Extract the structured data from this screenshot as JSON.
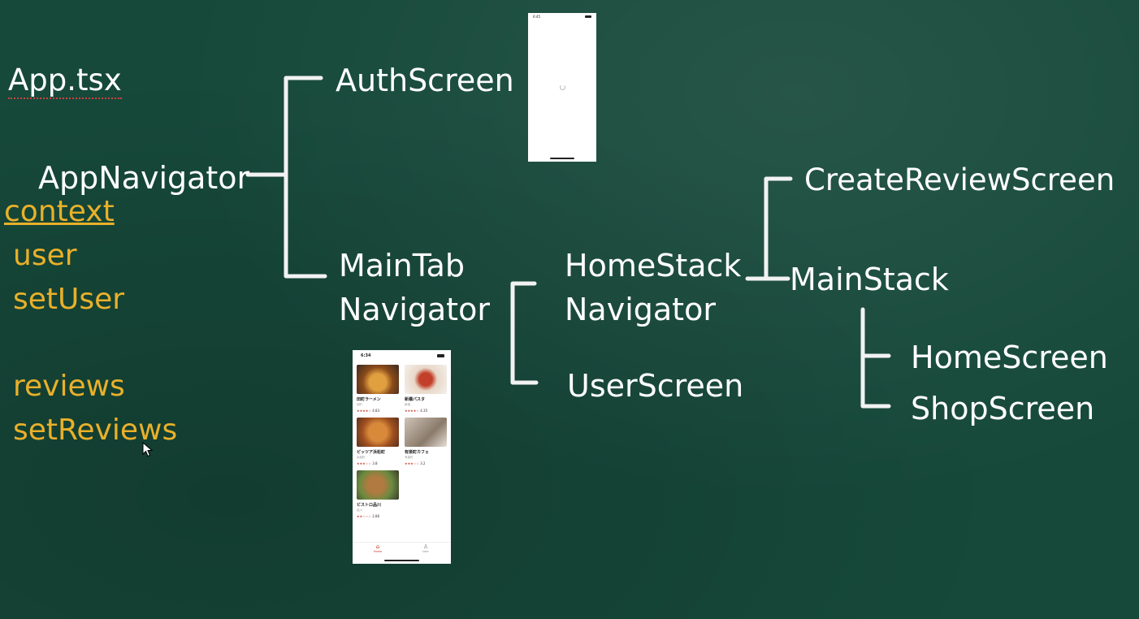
{
  "colors": {
    "board": "#16493a",
    "chalk": "#ffffff",
    "accent": "#e9b02a"
  },
  "root": {
    "file": "App.tsx"
  },
  "app_navigator": {
    "label": "AppNavigator"
  },
  "context": {
    "title": "context",
    "items": [
      "user",
      "setUser",
      "reviews",
      "setReviews"
    ]
  },
  "auth": {
    "label": "AuthScreen",
    "phone_time": "6:45"
  },
  "main_tab": {
    "line1": "MainTab",
    "line2": "Navigator"
  },
  "home_stack": {
    "line1": "HomeStack",
    "line2": "Navigator"
  },
  "user_screen": {
    "label": "UserScreen"
  },
  "create_review": {
    "label": "CreateReviewScreen"
  },
  "main_stack": {
    "label": "MainStack"
  },
  "home_screen": {
    "label": "HomeScreen"
  },
  "shop_screen": {
    "label": "ShopScreen"
  },
  "home_phone": {
    "time": "6:34",
    "shops": [
      {
        "name": "田町ラーメン",
        "area": "田町",
        "stars": "★★★★☆",
        "rating": "4.83"
      },
      {
        "name": "新橋パスタ",
        "area": "新橋",
        "stars": "★★★★☆",
        "rating": "4.35"
      },
      {
        "name": "ピッツア浜松町",
        "area": "浜松町",
        "stars": "★★★☆☆",
        "rating": "3.8"
      },
      {
        "name": "有楽町カフェ",
        "area": "有楽町",
        "stars": "★★★☆☆",
        "rating": "3.2"
      },
      {
        "name": "ビストロ品川",
        "area": "品川",
        "stars": "★★☆☆☆",
        "rating": "2.86"
      }
    ],
    "tabs": [
      "Home",
      "User"
    ]
  }
}
